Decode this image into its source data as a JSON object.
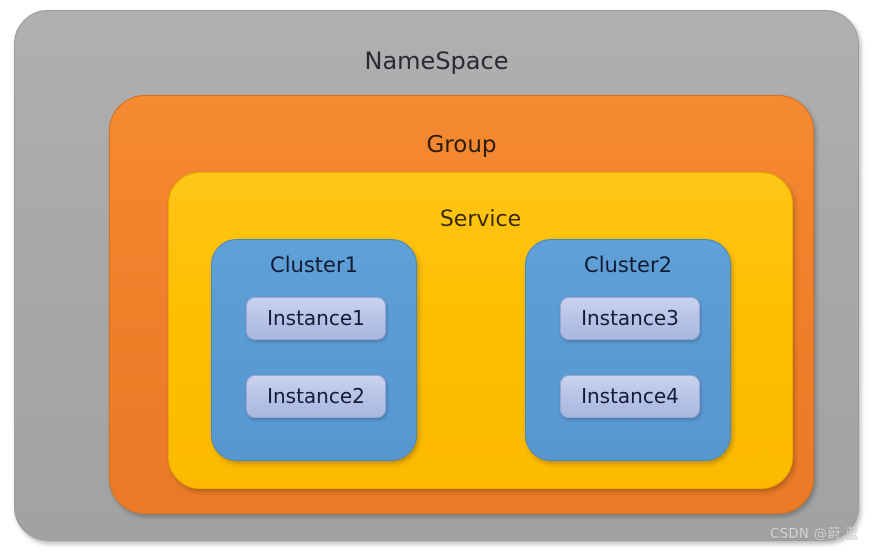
{
  "diagram": {
    "title": "NameSpace",
    "namespace": {
      "label": "NameSpace",
      "color": "#AAAAAA"
    },
    "group": {
      "label": "Group",
      "color": "#F0802E"
    },
    "service": {
      "label": "Service",
      "color": "#FFBF00"
    },
    "clusters": [
      {
        "label": "Cluster1",
        "color": "#5B9BD5",
        "instances": [
          {
            "label": "Instance1",
            "color": "#B6C2E6"
          },
          {
            "label": "Instance2",
            "color": "#B6C2E6"
          }
        ]
      },
      {
        "label": "Cluster2",
        "color": "#5B9BD5",
        "instances": [
          {
            "label": "Instance3",
            "color": "#B6C2E6"
          },
          {
            "label": "Instance4",
            "color": "#B6C2E6"
          }
        ]
      }
    ]
  },
  "watermark": {
    "text": "CSDN @蔚.蓝"
  }
}
